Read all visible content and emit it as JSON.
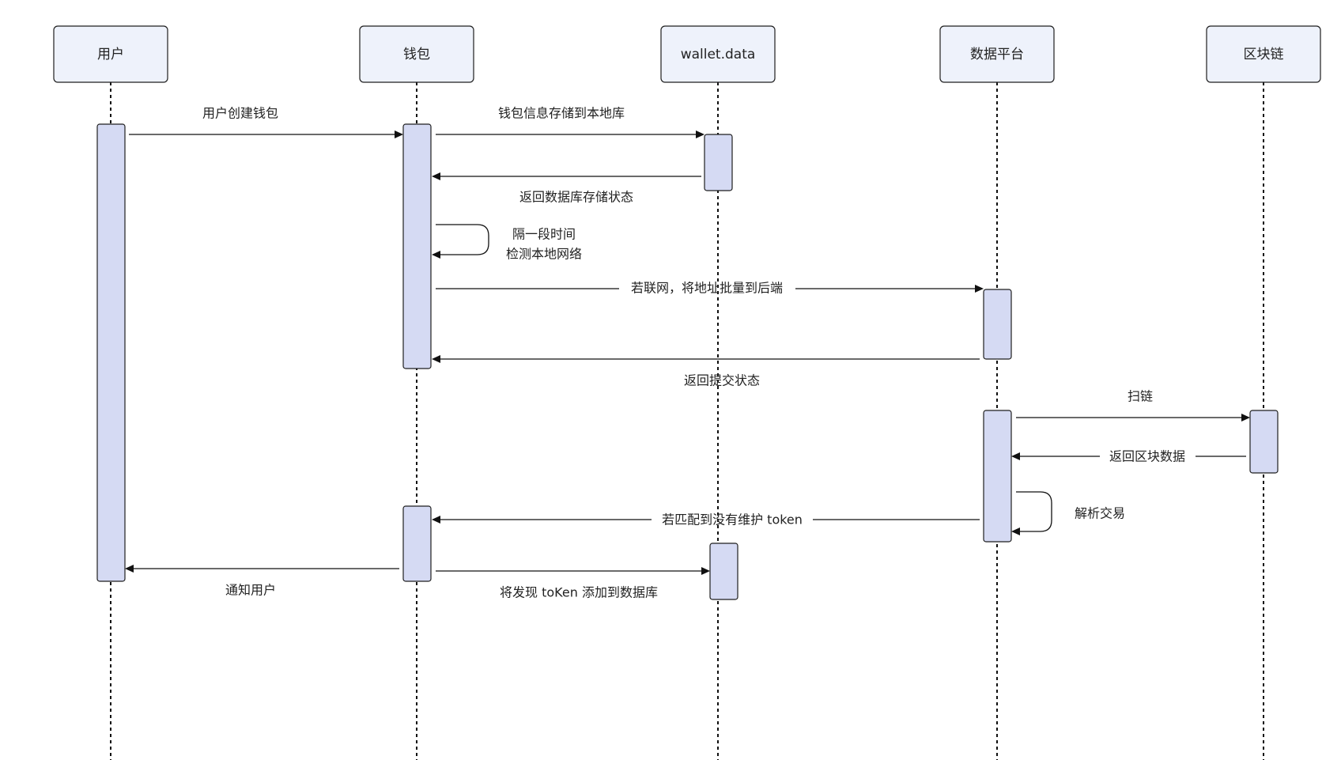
{
  "diagram": {
    "participants": [
      {
        "id": "user",
        "label": "用户"
      },
      {
        "id": "wallet",
        "label": "钱包"
      },
      {
        "id": "walletdata",
        "label": "wallet.data"
      },
      {
        "id": "platform",
        "label": "数据平台"
      },
      {
        "id": "chain",
        "label": "区块链"
      }
    ],
    "messages": [
      {
        "id": "m1",
        "from": "user",
        "to": "wallet",
        "label": "用户创建钱包"
      },
      {
        "id": "m2",
        "from": "wallet",
        "to": "walletdata",
        "label": "钱包信息存储到本地库"
      },
      {
        "id": "m3",
        "from": "walletdata",
        "to": "wallet",
        "label": "返回数据库存储状态"
      },
      {
        "id": "m4",
        "from": "wallet",
        "to": "wallet",
        "label_lines": [
          "隔一段时间",
          "检测本地网络"
        ]
      },
      {
        "id": "m5",
        "from": "wallet",
        "to": "platform",
        "label": "若联网，将地址批量到后端"
      },
      {
        "id": "m6",
        "from": "platform",
        "to": "wallet",
        "label": "返回提交状态"
      },
      {
        "id": "m7",
        "from": "platform",
        "to": "chain",
        "label": "扫链"
      },
      {
        "id": "m8",
        "from": "chain",
        "to": "platform",
        "label": "返回区块数据"
      },
      {
        "id": "m9",
        "from": "platform",
        "to": "platform",
        "label": "解析交易"
      },
      {
        "id": "m10",
        "from": "platform",
        "to": "wallet",
        "label": "若匹配到没有维护 token"
      },
      {
        "id": "m11",
        "from": "wallet",
        "to": "user",
        "label": "通知用户"
      },
      {
        "id": "m12",
        "from": "wallet",
        "to": "walletdata",
        "label": "将发现 toKen 添加到数据库"
      }
    ]
  }
}
